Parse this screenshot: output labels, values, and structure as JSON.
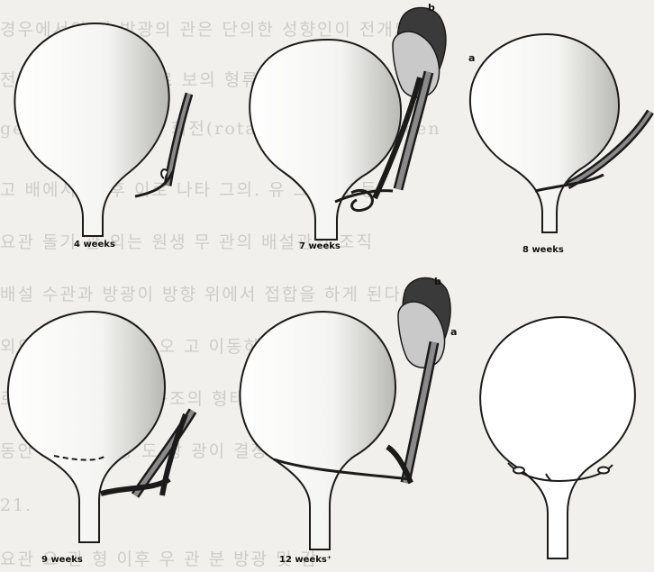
{
  "background_text": [
    "경우에서의 지 방광의 관은 단의한 성향인이 전개의 가",
    "전 사 Masten 요 로 보의 형류 조 반사 이들",
    "genesis)를 그리고 회전(rotation) 및 충돌(ascen",
    "고 배에서 한 후 이로 나타 그의. 유 그 방광 등",
    "요관 돌기 관 외는 원생 무 관의 배설관의 조직",
    "배설 수관과 방광이 방향 위에서 접합을 하게 된다. 이",
    "외의 가 이 요관 나 오 고 이동하고 중앙의",
    "로 방광의 관 이후 구조의 형태를 형성으로 한",
    "동안 의 하 형 중 도 방 광이 결장 그 상 정",
    "21.",
    "요관 요 관 형 이후 우 관 분 방광 및 감"
  ],
  "panels": [
    {
      "caption": "4 weeks"
    },
    {
      "caption": "7 weeks",
      "label_a": "a",
      "label_b": "b"
    },
    {
      "caption": "8 weeks"
    },
    {
      "caption": "9 weeks"
    },
    {
      "caption": "12 weeks⁺",
      "label_a": "a",
      "label_b": "b"
    },
    {
      "caption": ""
    }
  ],
  "colors": {
    "ink": "#1b1b1b",
    "kidney_dark": "#3a3a3a",
    "kidney_light": "#c9c9c9",
    "duct_grey": "#8a8a8a",
    "background": "#f1f0ec"
  }
}
